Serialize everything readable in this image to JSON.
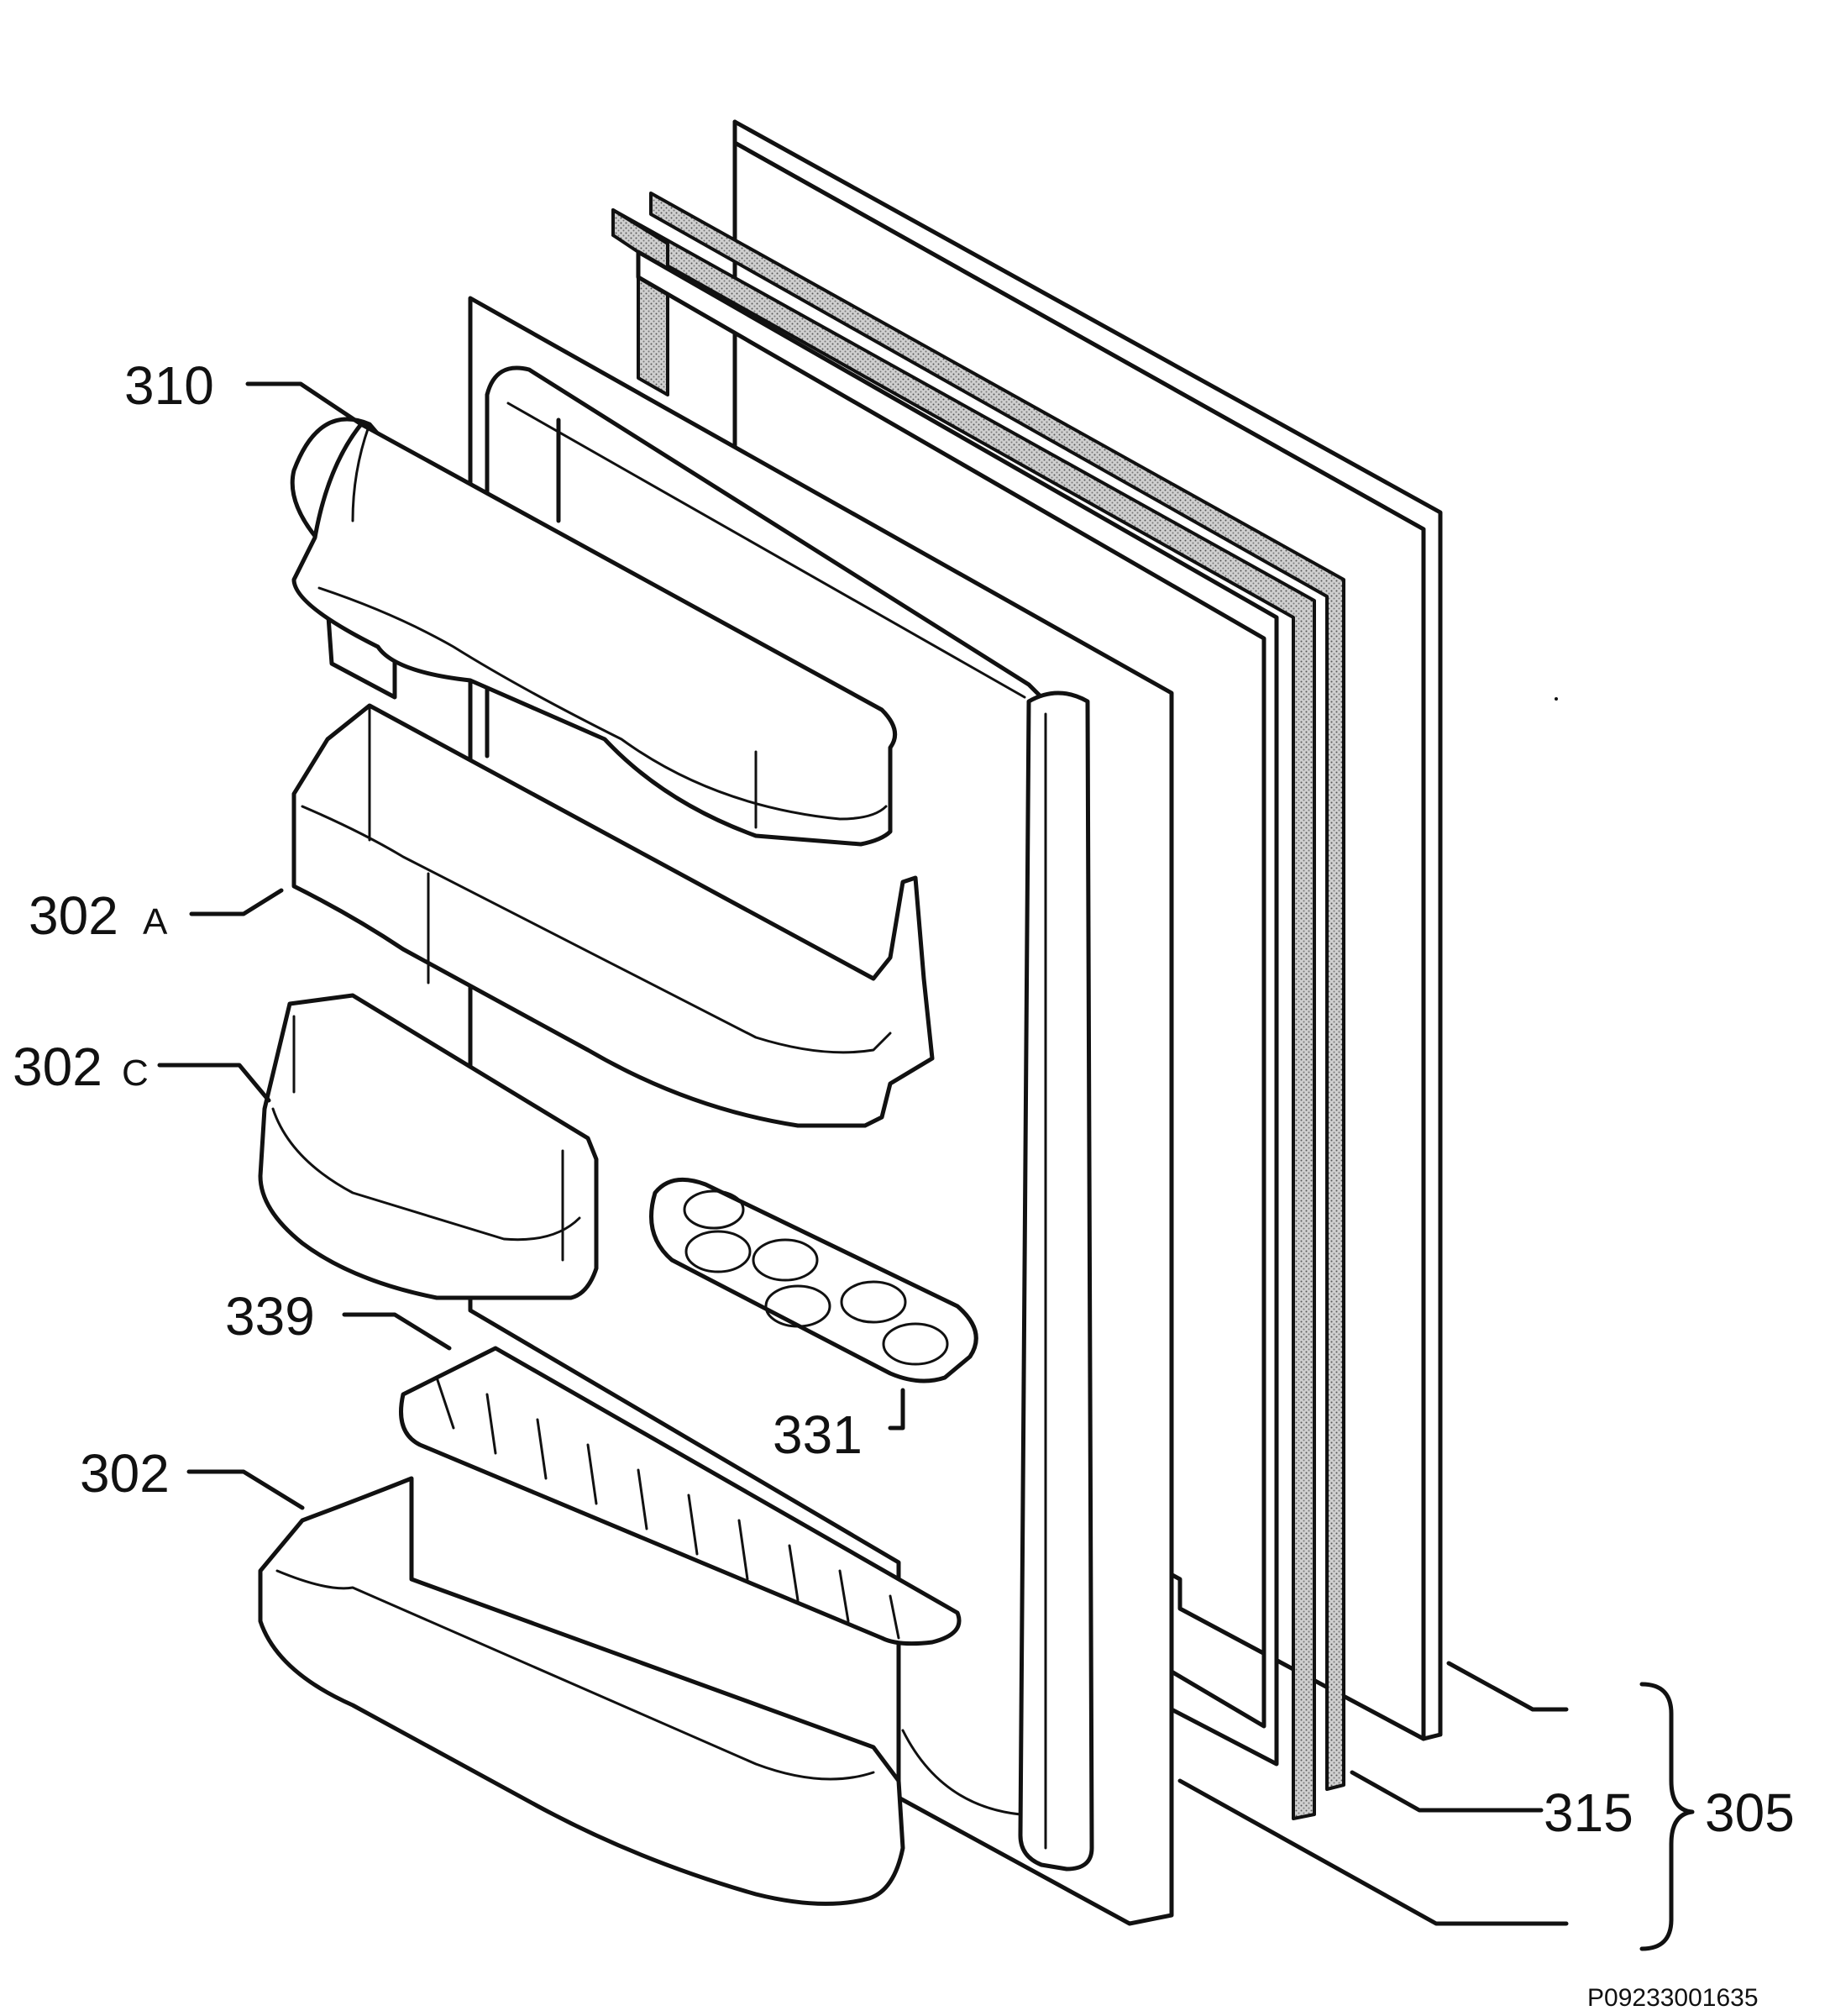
{
  "labels": {
    "l310": "310",
    "l302a_num": "302",
    "l302a_suffix": "A",
    "l302c_num": "302",
    "l302c_suffix": "C",
    "l339": "339",
    "l331": "331",
    "l302": "302",
    "l315": "315",
    "l305": "305"
  },
  "drawing_code": "P09233001635",
  "colors": {
    "line": "#111111",
    "background": "#ffffff",
    "gasket": "#9a9a9a"
  }
}
